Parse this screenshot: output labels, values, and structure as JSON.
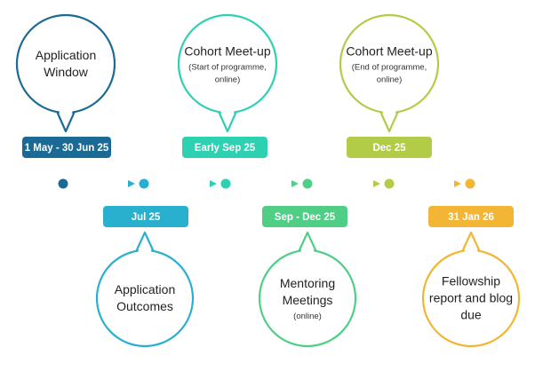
{
  "colors": {
    "c1": "#1b6a95",
    "c2": "#2ab0cf",
    "c3": "#2ed0b2",
    "c4": "#4fcf85",
    "c5": "#b2cc47",
    "c6": "#f2b634"
  },
  "milestones": [
    {
      "id": "application-window",
      "date": "1 May - 30 Jun 25",
      "title_lines": [
        "Application",
        "Window"
      ],
      "sub_lines": [],
      "color": "c1"
    },
    {
      "id": "application-outcomes",
      "date": "Jul 25",
      "title_lines": [
        "Application",
        "Outcomes"
      ],
      "sub_lines": [],
      "color": "c2"
    },
    {
      "id": "cohort-meetup-start",
      "date": "Early Sep 25",
      "title_lines": [
        "Cohort Meet-up"
      ],
      "sub_lines": [
        "(Start of programme,",
        "online)"
      ],
      "color": "c3"
    },
    {
      "id": "mentoring-meetings",
      "date": "Sep - Dec 25",
      "title_lines": [
        "Mentoring",
        "Meetings"
      ],
      "sub_lines": [
        "(online)"
      ],
      "color": "c4"
    },
    {
      "id": "cohort-meetup-end",
      "date": "Dec 25",
      "title_lines": [
        "Cohort Meet-up"
      ],
      "sub_lines": [
        "(End of programme,",
        "online)"
      ],
      "color": "c5"
    },
    {
      "id": "fellowship-report",
      "date": "31 Jan 26",
      "title_lines": [
        "Fellowship",
        "report and blog",
        "due"
      ],
      "sub_lines": [],
      "color": "c6"
    }
  ]
}
